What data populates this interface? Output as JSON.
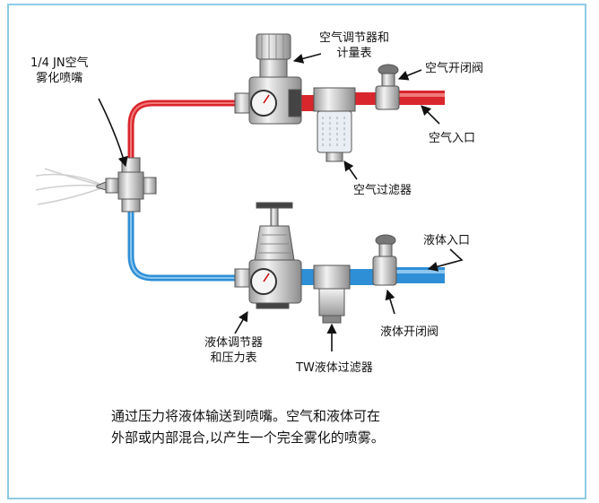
{
  "labels": {
    "nozzle": [
      "1/4 JN空气",
      "雾化喷嘴"
    ],
    "air_regulator": [
      "空气调节器和",
      "计量表"
    ],
    "air_valve": "空气开闭阀",
    "air_inlet": "空气入口",
    "air_filter": "空气过滤器",
    "liquid_inlet": "液体入口",
    "liquid_regulator": [
      "液体调节器",
      "和压力表"
    ],
    "liquid_valve": "液体开闭阀",
    "liquid_filter": "TW液体过滤器"
  },
  "caption": [
    "通过压力将液体输送到喷嘴。空气和液体可在",
    "外部或内部混合,以产生一个完全雾化的喷雾。"
  ],
  "colors": {
    "air_line": "#d8262c",
    "liquid_line": "#2f8fd6",
    "frame": "#8fcbe6",
    "metal": "#dcdcdc"
  }
}
